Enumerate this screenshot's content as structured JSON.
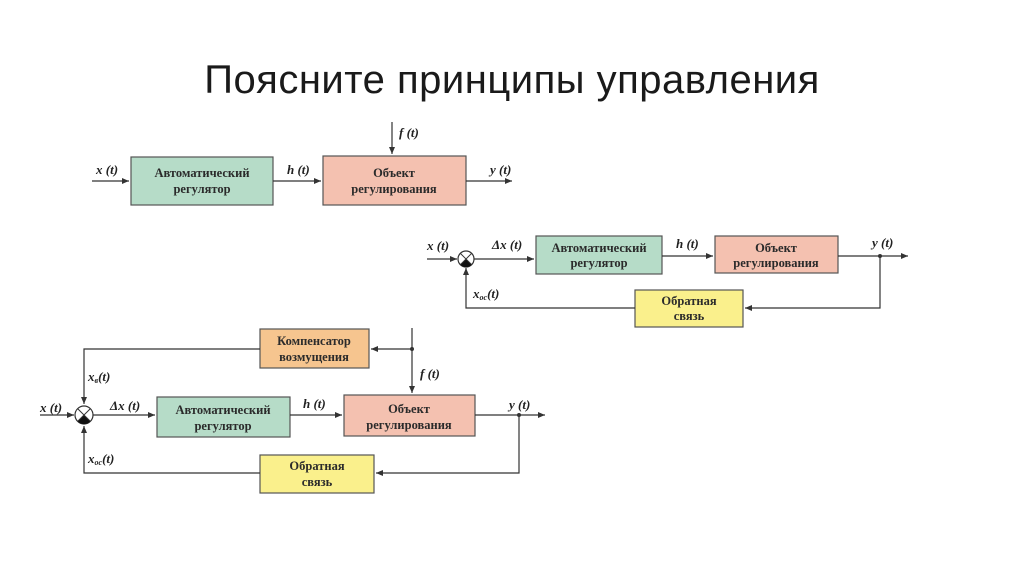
{
  "title": "Поясните принципы управления",
  "colors": {
    "regulator": "#b6dcc8",
    "object": "#f4c1b0",
    "feedback": "#faf08c",
    "compensator": "#f6c58f",
    "border": "#555555"
  },
  "diagrams": [
    {
      "name": "open-loop",
      "blocks": {
        "regulator": [
          "Автоматический",
          "регулятор"
        ],
        "object": [
          "Объект",
          "регулирования"
        ]
      },
      "signals": {
        "input": "x (t)",
        "control": "h (t)",
        "disturbance": "f (t)",
        "output": "y (t)"
      }
    },
    {
      "name": "closed-loop",
      "blocks": {
        "regulator": [
          "Автоматический",
          "регулятор"
        ],
        "object": [
          "Объект",
          "регулирования"
        ],
        "feedback": [
          "Обратная",
          "связь"
        ]
      },
      "signals": {
        "input": "x (t)",
        "error": "Δx (t)",
        "control": "h (t)",
        "output": "y (t)",
        "feedback_main": "x",
        "feedback_sub": "ос",
        "feedback_tail": "(t)"
      }
    },
    {
      "name": "combined",
      "blocks": {
        "compensator": [
          "Компенсатор",
          "возмущения"
        ],
        "regulator": [
          "Автоматический",
          "регулятор"
        ],
        "object": [
          "Объект",
          "регулирования"
        ],
        "feedback": [
          "Обратная",
          "связь"
        ]
      },
      "signals": {
        "input": "x (t)",
        "error": "Δx (t)",
        "control": "h (t)",
        "disturbance": "f (t)",
        "output": "y (t)",
        "comp_main": "x",
        "comp_sub": "в",
        "comp_tail": "(t)",
        "feedback_main": "x",
        "feedback_sub": "ос",
        "feedback_tail": "(t)"
      }
    }
  ]
}
